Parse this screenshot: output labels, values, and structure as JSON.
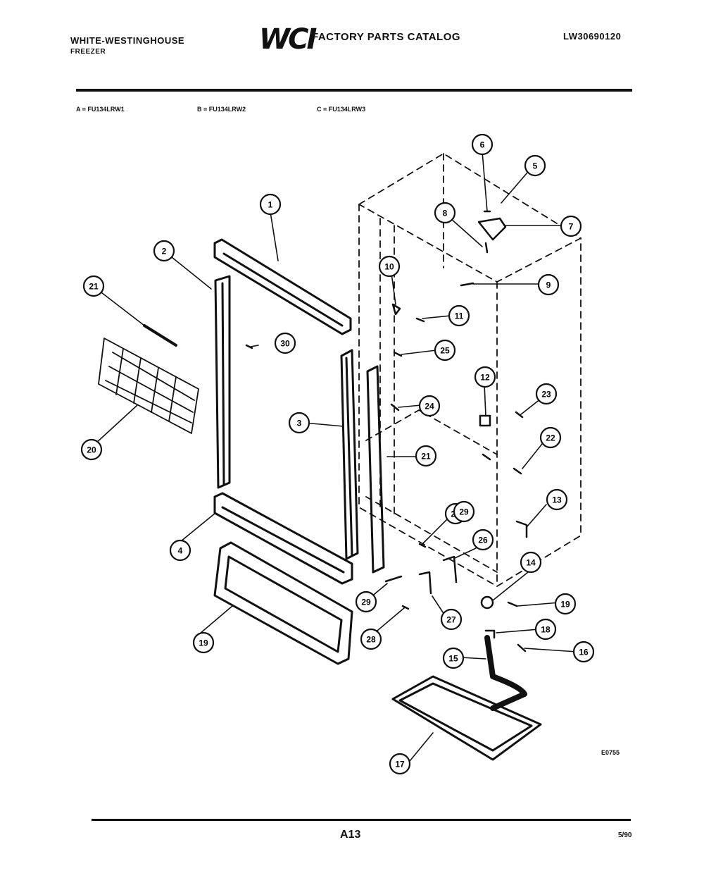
{
  "header": {
    "brand": "WHITE-WESTINGHOUSE",
    "product": "FREEZER",
    "logo": "WCI",
    "catalog_title": "FACTORY PARTS CATALOG",
    "doc_number": "LW30690120"
  },
  "models": [
    {
      "label": "A = FU134LRW1"
    },
    {
      "label": "B = FU134LRW2"
    },
    {
      "label": "C = FU134LRW3"
    }
  ],
  "callouts": [
    {
      "num": "1"
    },
    {
      "num": "2"
    },
    {
      "num": "3"
    },
    {
      "num": "4"
    },
    {
      "num": "5"
    },
    {
      "num": "6"
    },
    {
      "num": "7"
    },
    {
      "num": "8"
    },
    {
      "num": "9"
    },
    {
      "num": "10"
    },
    {
      "num": "11"
    },
    {
      "num": "12"
    },
    {
      "num": "13"
    },
    {
      "num": "14"
    },
    {
      "num": "15"
    },
    {
      "num": "16"
    },
    {
      "num": "17"
    },
    {
      "num": "18"
    },
    {
      "num": "19"
    },
    {
      "num": "19"
    },
    {
      "num": "20"
    },
    {
      "num": "21"
    },
    {
      "num": "21"
    },
    {
      "num": "22"
    },
    {
      "num": "23"
    },
    {
      "num": "24"
    },
    {
      "num": "25"
    },
    {
      "num": "26"
    },
    {
      "num": "27"
    },
    {
      "num": "28"
    },
    {
      "num": "28"
    },
    {
      "num": "29"
    },
    {
      "num": "29"
    },
    {
      "num": "30"
    }
  ],
  "figure_number": "E0755",
  "footer": {
    "page": "A13",
    "date": "5/90"
  }
}
